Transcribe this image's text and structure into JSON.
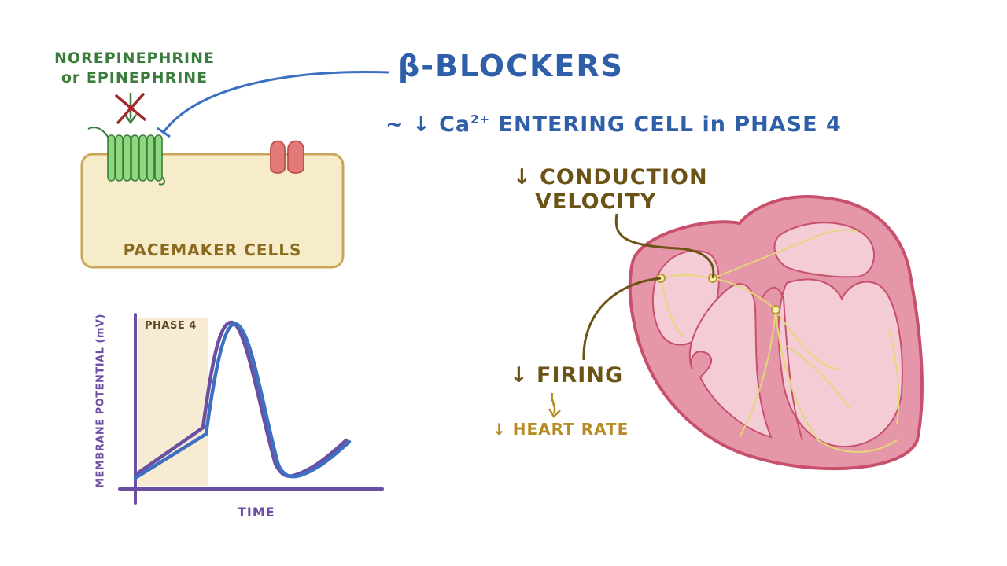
{
  "title": "β-BLOCKERS",
  "effect": {
    "prefix": "~",
    "arrow": "↓",
    "ion": "Ca",
    "charge": "2+",
    "text": "ENTERING CELL in PHASE 4"
  },
  "cell": {
    "ligand": "NOREPINEPHRINE or EPINEPHRINE",
    "label": "PACEMAKER CELLS"
  },
  "graph": {
    "ylabel": "MEMBRANE POTENTIAL (mV)",
    "xlabel": "TIME",
    "phase_label": "PHASE 4"
  },
  "heart": {
    "conduction_line1": "↓ CONDUCTION",
    "conduction_line2": "VELOCITY",
    "firing": "↓ FIRING",
    "heart_rate": "↓ HEART RATE"
  },
  "colors": {
    "title_blue": "#2f5fa8",
    "ligand_green": "#3a7d3a",
    "cell_fill": "#f7ecc9",
    "cell_border": "#c9a65a",
    "cell_text": "#8a6a1f",
    "receptor_green": "#8fd77f",
    "channel_red": "#e27a7a",
    "block_red": "#a3282b",
    "axis_purple": "#6a4fa3",
    "curve_blue": "#3d6fc2",
    "phase_fill": "#f7ecd3",
    "heart_outer": "#c8506c",
    "heart_wall": "#e596a8",
    "heart_inner": "#f4ccd6",
    "conduction_yellow": "#e3d77a",
    "annotation_brown": "#6b5315",
    "heart_rate_gold": "#b58b22"
  }
}
